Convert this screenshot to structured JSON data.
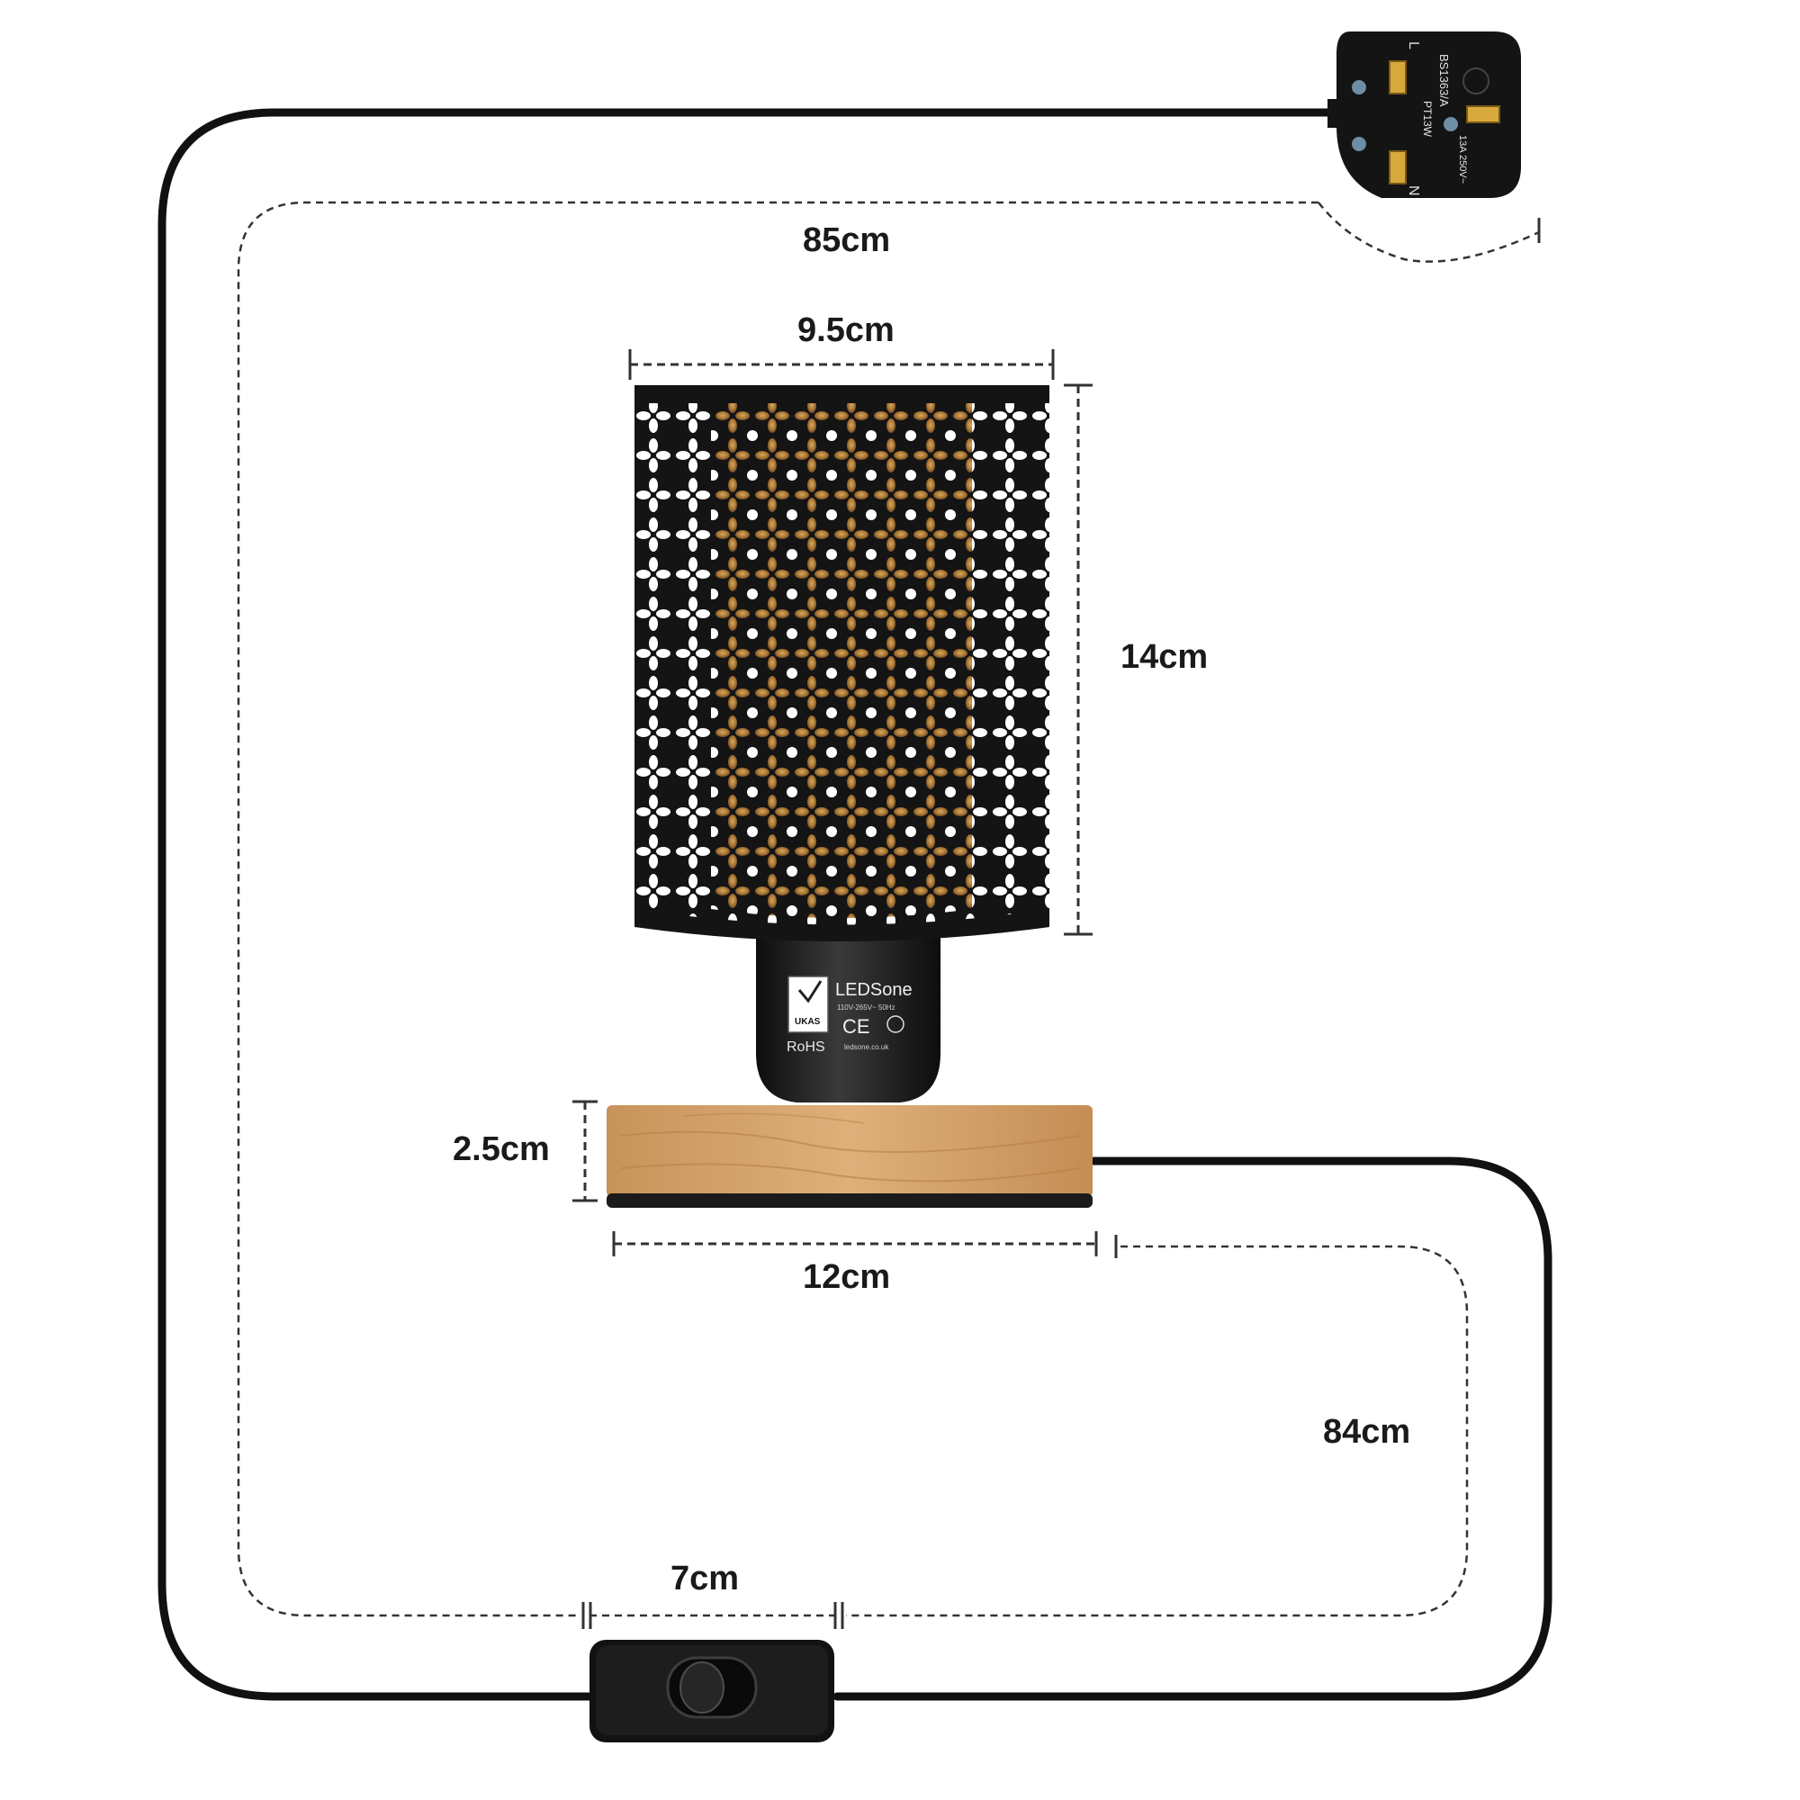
{
  "dimensions": {
    "cable_top_length": "85cm",
    "shade_width": "9.5cm",
    "shade_height": "14cm",
    "base_height": "2.5cm",
    "base_width": "12cm",
    "cable_bottom_length": "84cm",
    "switch_width": "7cm"
  },
  "product_labels": {
    "holder_brand": "LEDSone",
    "holder_rating": "110V-265V~ 50Hz",
    "holder_ce": "CE",
    "holder_ukas": "UKAS",
    "holder_rohs": "RoHS",
    "holder_site": "ledsone.co.uk",
    "plug_standard": "BS1363/A",
    "plug_fuse": "PT13W",
    "plug_rating": "13A 250V~",
    "plug_pin_l": "L",
    "plug_pin_n": "N"
  },
  "colors": {
    "cable": "#111111",
    "wood": "#d6a46b",
    "shade": "#141414",
    "bulb_glow": "#e9a23b",
    "dashed_guides": "#333333"
  },
  "icons": [
    "plug-icon",
    "switch-icon",
    "lamp-shade",
    "lamp-base",
    "bulb-holder"
  ]
}
